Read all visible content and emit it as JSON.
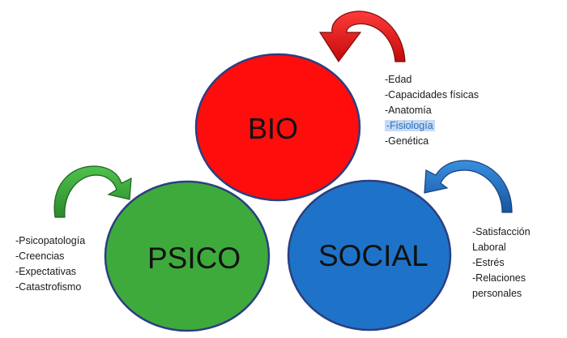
{
  "colors": {
    "bio": "#ff0d0d",
    "psico": "#3faa3c",
    "social": "#1e73c8",
    "arrow_red": "#e01818",
    "arrow_green": "#3aa23a",
    "arrow_blue": "#1f6ec8",
    "highlight": "#c5daf5"
  },
  "circles": {
    "bio": {
      "label": "BIO"
    },
    "psico": {
      "label": "PSICO"
    },
    "social": {
      "label": "SOCIAL"
    }
  },
  "icons": {
    "bio_arrow": "curved-arrow-red",
    "psico_arrow": "curved-arrow-green",
    "social_arrow": "curved-arrow-blue"
  },
  "bio_list": {
    "items": [
      "-Edad",
      "-Capacidades físicas",
      "-Anatomía",
      "-Fisiología",
      "-Genética"
    ],
    "highlighted": "-Fisiología"
  },
  "psico_list": {
    "items": [
      "-Psicopatología",
      "-Creencias",
      "-Expectativas",
      "-Catastrofismo"
    ]
  },
  "social_list": {
    "items": [
      "-Satisfacción",
      "Laboral",
      "-Estrés",
      "-Relaciones",
      "personales"
    ]
  }
}
